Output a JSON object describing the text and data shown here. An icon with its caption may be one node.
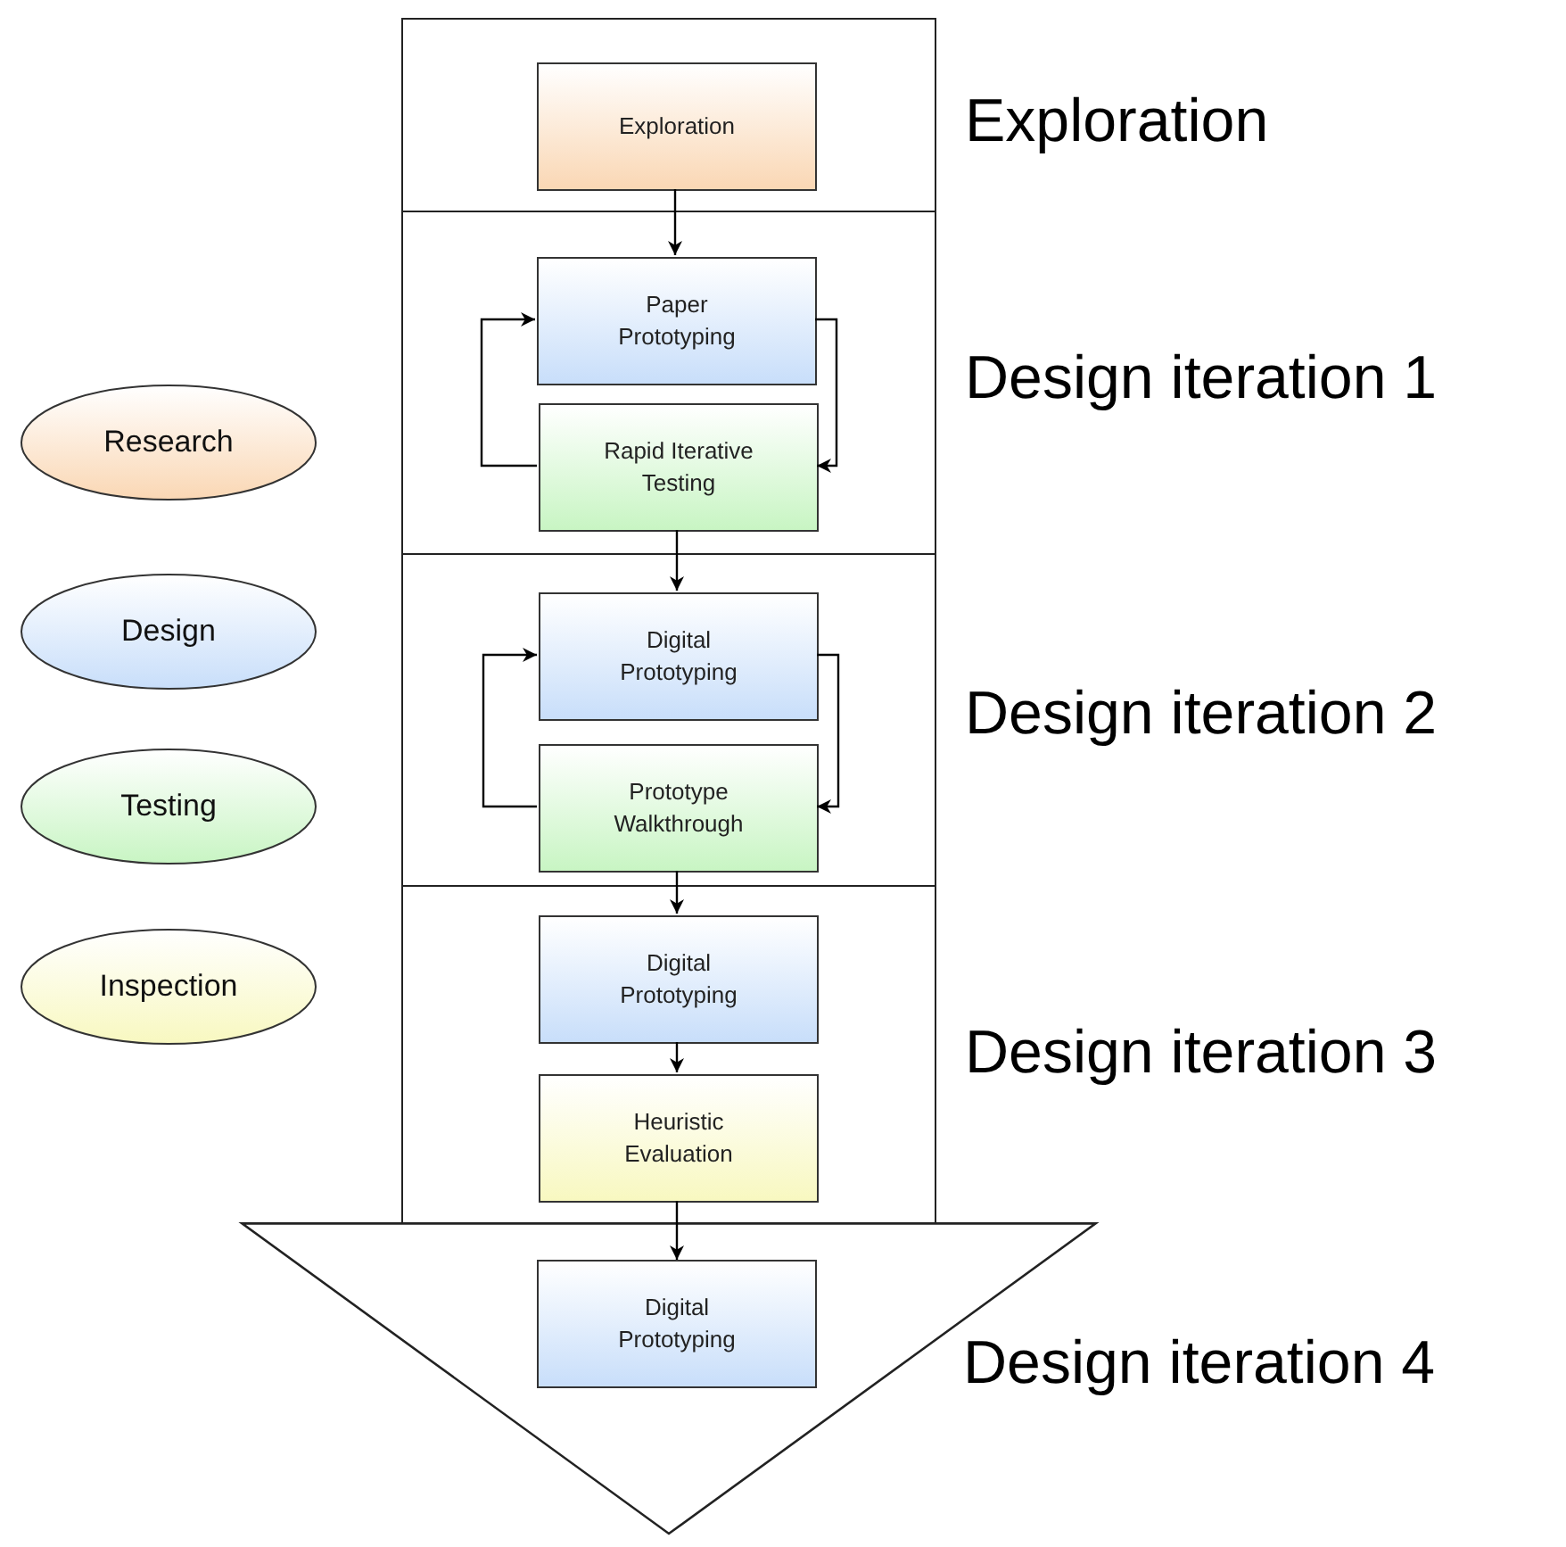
{
  "diagram": {
    "nodes": [
      {
        "text": [
          "Exploration"
        ]
      },
      {
        "text": [
          "Exploration"
        ],
        "in": 0
      },
      {
        "text": [
          "Design iteration 1"
        ]
      },
      {
        "text": [
          "Paper Prototyping"
        ],
        "in": 2
      },
      {
        "text": [
          "Rapid Iterative Testing"
        ],
        "in": 2
      },
      {
        "text": [
          "Design iteration 2"
        ]
      },
      {
        "text": [
          "Digital Prototyping"
        ],
        "in": 5
      },
      {
        "text": [
          "Prototype Walkthrough"
        ],
        "in": 5
      },
      {
        "text": [
          "Design iteration 3"
        ]
      },
      {
        "text": [
          "Digital Prototyping"
        ],
        "in": 8
      },
      {
        "text": [
          "Heuristic Evaluation"
        ],
        "in": 8
      },
      {
        "text": [
          "Design iteration 4"
        ]
      },
      {
        "text": [
          "Digital Prototyping"
        ],
        "in": 11
      }
    ],
    "edges": [
      {
        "from": 1,
        "to": 3,
        "arrow": "to"
      },
      {
        "from": 3,
        "to": 4,
        "arrow": "to"
      },
      {
        "from": 4,
        "to": 3,
        "arrow": "to"
      },
      {
        "from": 4,
        "to": 6,
        "arrow": "to"
      },
      {
        "from": 6,
        "to": 7,
        "arrow": "to"
      },
      {
        "from": 7,
        "to": 6,
        "arrow": "to"
      },
      {
        "from": 7,
        "to": 9,
        "arrow": "to"
      },
      {
        "from": 9,
        "to": 10,
        "arrow": "to"
      },
      {
        "from": 10,
        "to": 12,
        "arrow": "to"
      }
    ],
    "legend": [
      {
        "text": "Research",
        "color": "#fad7b4"
      },
      {
        "text": "Design",
        "color": "#c8defa"
      },
      {
        "text": "Testing",
        "color": "#c8f5c3"
      },
      {
        "text": "Inspection",
        "color": "#f8f8c0"
      }
    ]
  }
}
